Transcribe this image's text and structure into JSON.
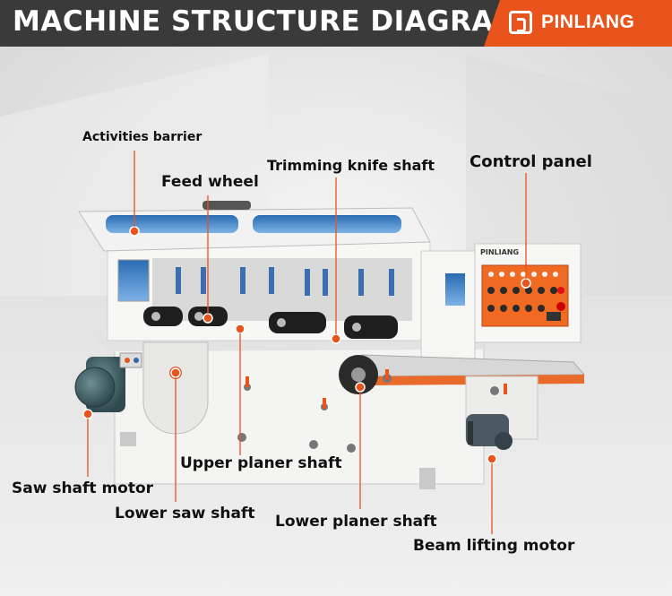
{
  "header": {
    "title": "MACHINE STRUCTURE DIAGRAM",
    "brand_name": "PINLIANG"
  },
  "machine": {
    "panel_brand": "PINLIANG"
  },
  "labels": {
    "activities_barrier": "Activities barrier",
    "feed_wheel": "Feed wheel",
    "trimming_knife_shaft": "Trimming knife shaft",
    "control_panel": "Control panel",
    "upper_planer_shaft": "Upper planer shaft",
    "saw_shaft_motor": "Saw shaft motor",
    "lower_saw_shaft": "Lower saw shaft",
    "lower_planer_shaft": "Lower planer shaft",
    "beam_lifting_motor": "Beam lifting motor"
  },
  "colors": {
    "header_bg": "#3a3a3a",
    "brand_bg": "#e8541c",
    "accent": "#e8541c",
    "machine_body": "#f4f4f2"
  }
}
